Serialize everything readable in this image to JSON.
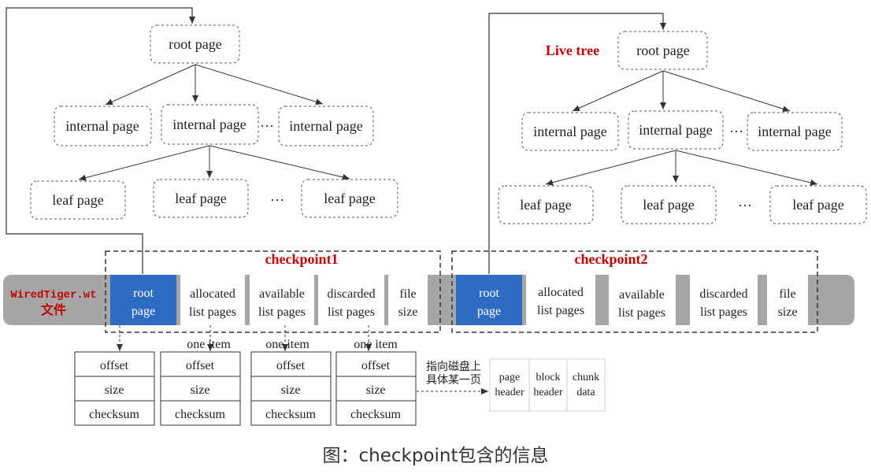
{
  "nodes": {
    "root_page": "root page",
    "internal_page": "internal page",
    "leaf_page": "leaf page",
    "ellipsis": "···",
    "live_tree": "Live tree"
  },
  "checkpoints": {
    "cp1": "checkpoint1",
    "cp2": "checkpoint2"
  },
  "file_label": {
    "line1": "WiredTiger.wt",
    "line2": "文件"
  },
  "cells": {
    "root": [
      "root",
      "page"
    ],
    "allocated": [
      "allocated",
      "list pages"
    ],
    "available": [
      "available",
      "list pages"
    ],
    "discarded": [
      "discarded",
      "list pages"
    ],
    "file_size": [
      "file",
      "size"
    ]
  },
  "item_tables": {
    "one_item": "one item",
    "rows": [
      "offset",
      "size",
      "checksum"
    ]
  },
  "pointer_note": [
    "指向磁盘上",
    "具体某一页"
  ],
  "page_struct": {
    "page_header": [
      "page",
      "header"
    ],
    "block_header": [
      "block",
      "header"
    ],
    "chunk_data": [
      "chunk",
      "data"
    ]
  },
  "caption": "图：checkpoint包含的信息",
  "colors": {
    "root_blue": "#2e6cc4",
    "band_gray": "#a6a6a6",
    "title_red": "#c00000"
  }
}
